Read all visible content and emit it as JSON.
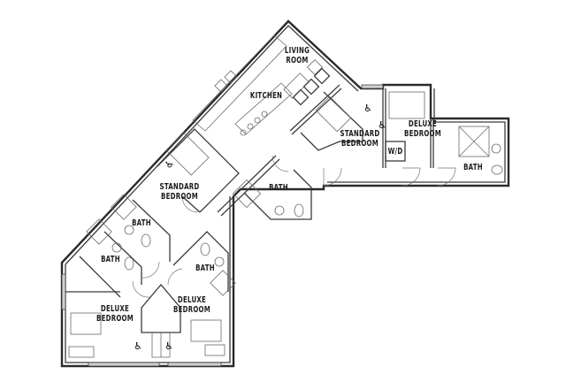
{
  "plan": {
    "type": "apartment floor plan",
    "colors": {
      "background": "#ffffff",
      "wall": "#2a2a2a",
      "label": "#1c1c1c"
    }
  },
  "rooms": {
    "living": {
      "line1": "LIVING",
      "line2": "ROOM"
    },
    "kitchen": {
      "line1": "KITCHEN"
    },
    "standard_bedroom_right": {
      "line1": "STANDARD",
      "line2": "BEDROOM"
    },
    "deluxe_bedroom_right": {
      "line1": "DELUXE",
      "line2": "BEDROOM"
    },
    "wd": {
      "line1": "W/D"
    },
    "bath_far_right": {
      "line1": "BATH"
    },
    "bath_center": {
      "line1": "BATH"
    },
    "standard_bedroom_left": {
      "line1": "STANDARD",
      "line2": "BEDROOM"
    },
    "bath_left_upper": {
      "line1": "BATH"
    },
    "bath_left_lower": {
      "line1": "BATH"
    },
    "bath_center_lower": {
      "line1": "BATH"
    },
    "deluxe_bedroom_bottom_left": {
      "line1": "DELUXE",
      "line2": "BEDROOM"
    },
    "deluxe_bedroom_bottom_center": {
      "line1": "DELUXE",
      "line2": "BEDROOM"
    }
  },
  "icons": {
    "accessibility_symbol": "♿"
  }
}
